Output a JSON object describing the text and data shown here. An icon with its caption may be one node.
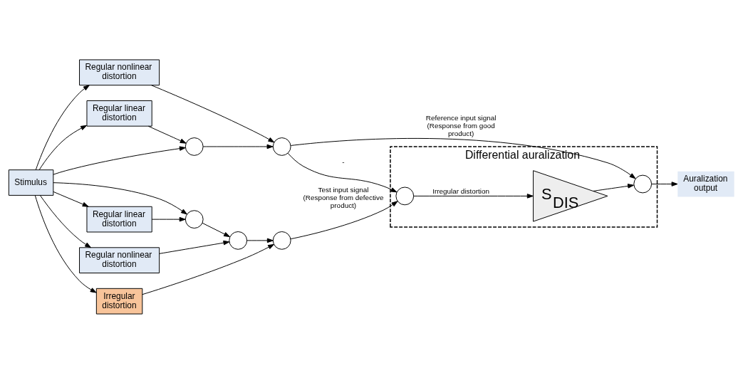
{
  "diagram": {
    "nodes": [
      {
        "text": [
          "Stimulus"
        ]
      },
      {
        "text": [
          "Regular nonlinear distortion"
        ]
      },
      {
        "text": [
          "Regular linear distortion"
        ]
      },
      {
        "text": [],
        "shape": "circle"
      },
      {
        "text": [],
        "shape": "circle"
      },
      {
        "text": [],
        "shape": "circle"
      },
      {
        "text": [],
        "shape": "circle"
      },
      {
        "text": [],
        "shape": "circle"
      },
      {
        "text": [
          "Regular linear distortion"
        ]
      },
      {
        "text": [
          "Regular nonlinear distortion"
        ]
      },
      {
        "text": [
          "Irregular distortion"
        ]
      },
      {
        "text": [
          "Differential auralization"
        ]
      },
      {
        "text": [],
        "shape": "circle",
        "in": 11
      },
      {
        "text": [
          "S$_{DIS}$"
        ],
        "in": 11
      },
      {
        "text": [],
        "shape": "circle",
        "in": 11
      },
      {
        "text": [
          "Auralization output"
        ]
      }
    ],
    "edges": [
      {
        "from": 0,
        "to": 1,
        "arrow": "to"
      },
      {
        "from": 0,
        "to": 2,
        "arrow": "to"
      },
      {
        "from": 0,
        "to": 3,
        "arrow": "to"
      },
      {
        "from": 2,
        "to": 3,
        "arrow": "to"
      },
      {
        "from": 3,
        "to": 4,
        "arrow": "to"
      },
      {
        "from": 1,
        "to": 4,
        "arrow": "to"
      },
      {
        "from": 0,
        "to": 5,
        "arrow": "to"
      },
      {
        "from": 0,
        "to": 8,
        "arrow": "to"
      },
      {
        "from": 0,
        "to": 9,
        "arrow": "to"
      },
      {
        "from": 0,
        "to": 10,
        "arrow": "to"
      },
      {
        "from": 5,
        "to": 6,
        "arrow": "to"
      },
      {
        "from": 8,
        "to": 5,
        "arrow": "to"
      },
      {
        "from": 6,
        "to": 7,
        "arrow": "to"
      },
      {
        "from": 9,
        "to": 6,
        "arrow": "to"
      },
      {
        "from": 10,
        "to": 7,
        "arrow": "to"
      },
      {
        "from": 4,
        "to": 14,
        "label": "Reference input signal (Response from good product)",
        "arrow": "to"
      },
      {
        "from": 4,
        "to": 12,
        "label": "-",
        "arrow": "to"
      },
      {
        "from": 7,
        "to": 12,
        "label": "Test input signal (Response from defective product)",
        "arrow": "to"
      },
      {
        "from": 12,
        "to": 13,
        "label": "Irregular distortion",
        "arrow": "to"
      },
      {
        "from": 13,
        "to": 14,
        "arrow": "to"
      },
      {
        "from": 14,
        "to": 15,
        "arrow": "to"
      }
    ]
  }
}
